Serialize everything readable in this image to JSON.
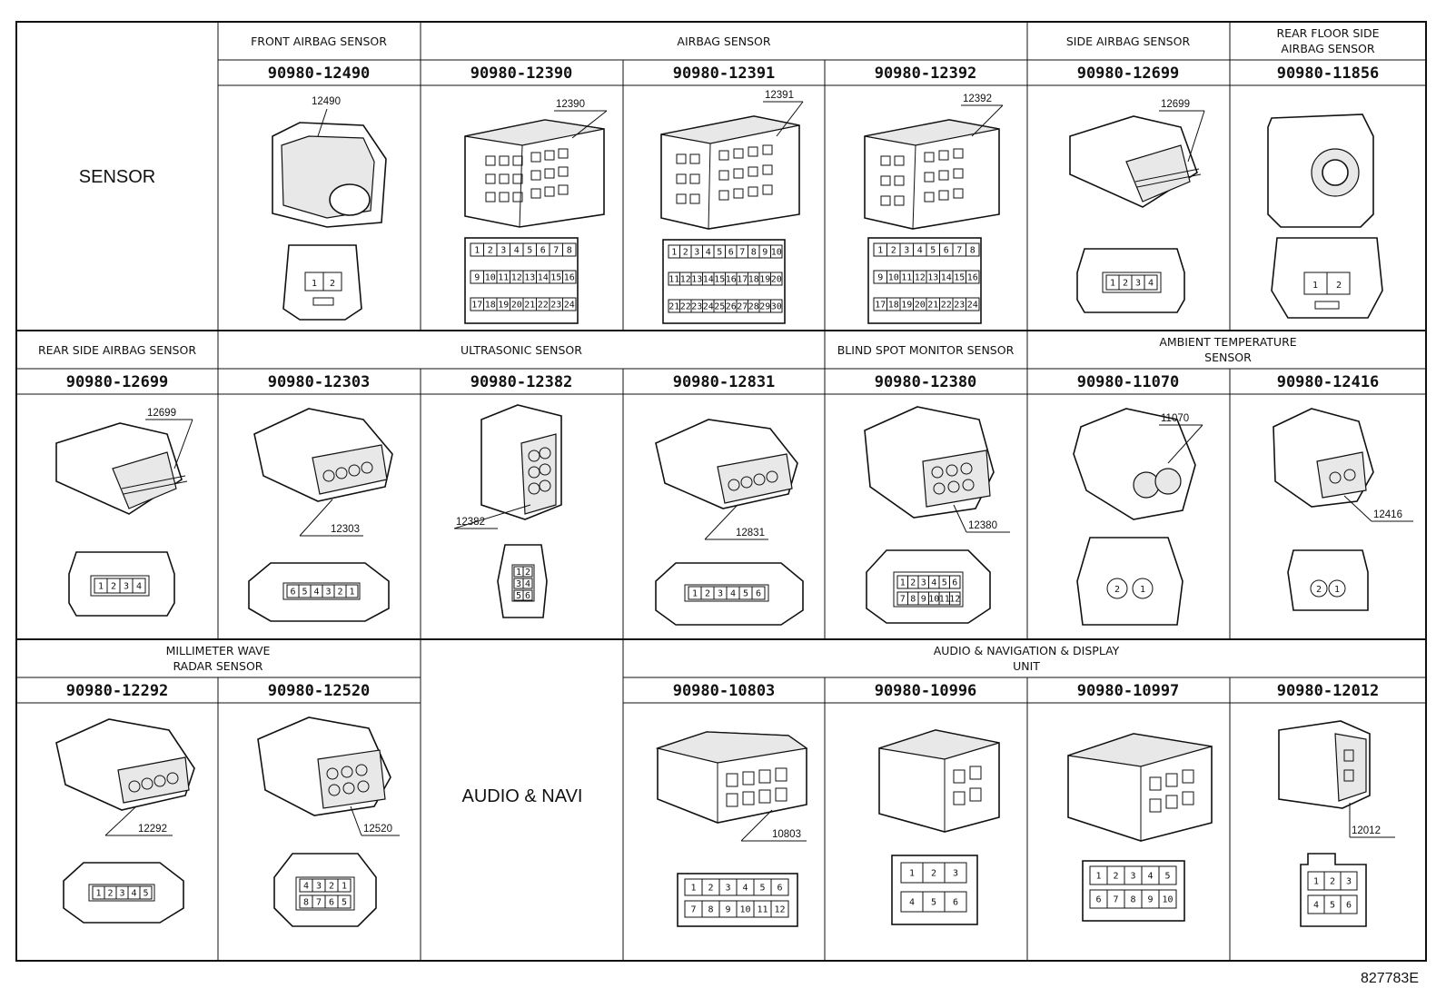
{
  "footer_code": "827783E",
  "row1": {
    "category": "SENSOR",
    "groups": [
      {
        "title": "FRONT AIRBAG SENSOR"
      },
      {
        "title": "AIRBAG SENSOR"
      },
      {
        "title": "SIDE AIRBAG SENSOR"
      },
      {
        "title": "REAR FLOOR SIDE AIRBAG SENSOR",
        "lines": [
          "REAR FLOOR SIDE",
          "AIRBAG SENSOR"
        ]
      }
    ],
    "cells": [
      {
        "part": "90980-12490",
        "callout": "12490",
        "pins": [
          "1",
          "2"
        ]
      },
      {
        "part": "90980-12390",
        "callout": "12390",
        "pins": [
          "1",
          "2",
          "3",
          "4",
          "5",
          "6",
          "7",
          "8",
          "9",
          "10",
          "11",
          "12",
          "13",
          "14",
          "15",
          "16",
          "17",
          "18",
          "19",
          "20",
          "21",
          "22",
          "23",
          "24"
        ]
      },
      {
        "part": "90980-12391",
        "callout": "12391",
        "pins": [
          "1",
          "2",
          "3",
          "4",
          "5",
          "6",
          "7",
          "8",
          "9",
          "10",
          "11",
          "12",
          "13",
          "14",
          "15",
          "16",
          "17",
          "18",
          "19",
          "20",
          "21",
          "22",
          "23",
          "24",
          "25",
          "26",
          "27",
          "28",
          "29",
          "30"
        ]
      },
      {
        "part": "90980-12392",
        "callout": "12392",
        "pins": [
          "1",
          "2",
          "3",
          "4",
          "5",
          "6",
          "7",
          "8",
          "9",
          "10",
          "11",
          "12",
          "13",
          "14",
          "15",
          "16",
          "17",
          "18",
          "19",
          "20",
          "21",
          "22",
          "23",
          "24"
        ]
      },
      {
        "part": "90980-12699",
        "callout": "12699",
        "pins": [
          "1",
          "2",
          "3",
          "4"
        ]
      },
      {
        "part": "90980-11856",
        "callout": "",
        "pins": [
          "1",
          "2"
        ]
      }
    ]
  },
  "row2": {
    "groups": [
      {
        "title": "REAR SIDE AIRBAG SENSOR"
      },
      {
        "title": "ULTRASONIC SENSOR"
      },
      {
        "title": "BLIND SPOT MONITOR SENSOR"
      },
      {
        "title": "AMBIENT TEMPERATURE SENSOR",
        "lines": [
          "AMBIENT TEMPERATURE",
          "SENSOR"
        ]
      }
    ],
    "cells": [
      {
        "part": "90980-12699",
        "callout": "12699",
        "pins": [
          "1",
          "2",
          "3",
          "4"
        ]
      },
      {
        "part": "90980-12303",
        "callout": "12303",
        "pins": [
          "6",
          "5",
          "4",
          "3",
          "2",
          "1"
        ]
      },
      {
        "part": "90980-12382",
        "callout": "12382",
        "pins": [
          "1",
          "2",
          "3",
          "4",
          "5",
          "6"
        ]
      },
      {
        "part": "90980-12831",
        "callout": "12831",
        "pins": [
          "1",
          "2",
          "3",
          "4",
          "5",
          "6"
        ]
      },
      {
        "part": "90980-12380",
        "callout": "12380",
        "pins": [
          "1",
          "2",
          "3",
          "4",
          "5",
          "6",
          "7",
          "8",
          "9",
          "10",
          "11",
          "12"
        ]
      },
      {
        "part": "90980-11070",
        "callout": "11070",
        "pins": [
          "2",
          "1"
        ]
      },
      {
        "part": "90980-12416",
        "callout": "12416",
        "pins": [
          "2",
          "1"
        ]
      }
    ]
  },
  "row3": {
    "groups": [
      {
        "title": "MILLIMETER WAVE RADAR SENSOR",
        "lines": [
          "MILLIMETER WAVE",
          "RADAR SENSOR"
        ]
      },
      {
        "title": "AUDIO & NAVIGATION & DISPLAY UNIT",
        "lines": [
          "AUDIO & NAVIGATION & DISPLAY",
          "UNIT"
        ]
      }
    ],
    "category": "AUDIO & NAVI",
    "cells": [
      {
        "part": "90980-12292",
        "callout": "12292",
        "pins": [
          "1",
          "2",
          "3",
          "4",
          "5"
        ]
      },
      {
        "part": "90980-12520",
        "callout": "12520",
        "pins": [
          "4",
          "3",
          "2",
          "1",
          "8",
          "7",
          "6",
          "5"
        ]
      },
      {
        "part": "90980-10803",
        "callout": "10803",
        "pins": [
          "1",
          "2",
          "3",
          "4",
          "5",
          "6",
          "7",
          "8",
          "9",
          "10",
          "11",
          "12"
        ]
      },
      {
        "part": "90980-10996",
        "callout": "",
        "pins": [
          "1",
          "2",
          "3",
          "4",
          "5",
          "6"
        ]
      },
      {
        "part": "90980-10997",
        "callout": "",
        "pins": [
          "1",
          "2",
          "3",
          "4",
          "5",
          "6",
          "7",
          "8",
          "9",
          "10"
        ]
      },
      {
        "part": "90980-12012",
        "callout": "12012",
        "pins": [
          "1",
          "2",
          "3",
          "4",
          "5",
          "6"
        ]
      }
    ]
  }
}
